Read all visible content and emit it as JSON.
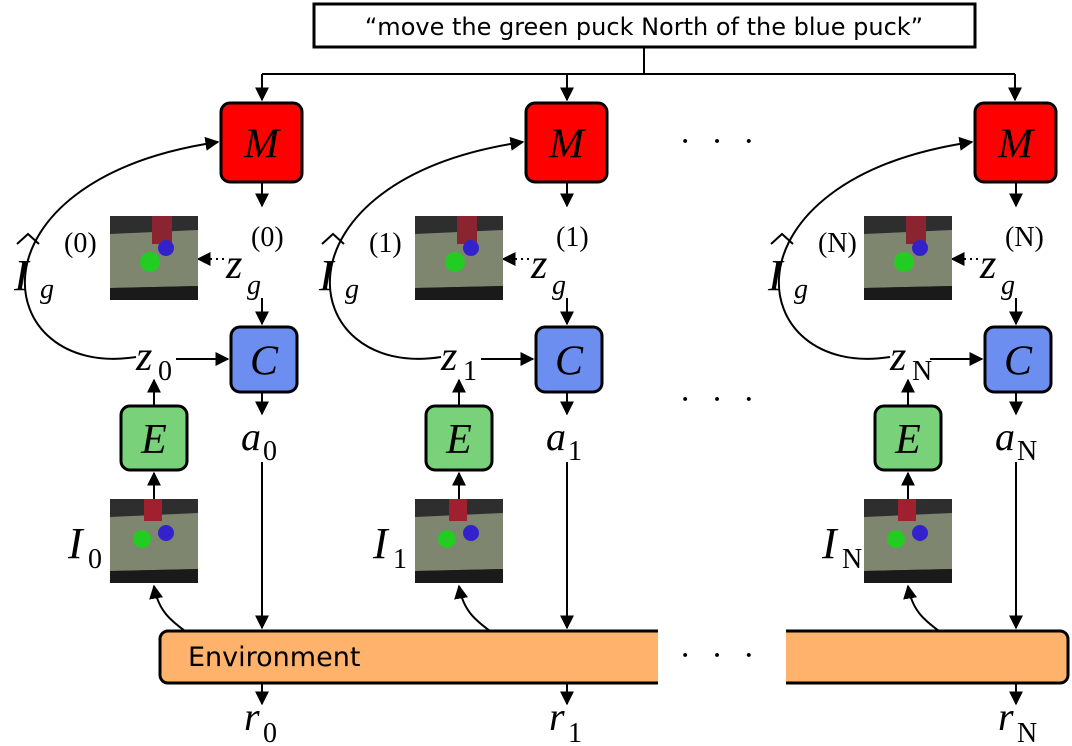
{
  "instruction": "“move the green puck North of the blue puck”",
  "environment_label": "Environment",
  "ellipsis": "· · ·",
  "colors": {
    "model_box": "#ff0000",
    "controller_box": "#6c8ef0",
    "encoder_box": "#79d27a",
    "environment_bar": "#feb26b",
    "stroke": "#000000"
  },
  "columns": [
    {
      "model": "M",
      "controller": "C",
      "encoder": "E",
      "latent": "z",
      "latent_sub": "0",
      "goal_latent": "z",
      "goal_latent_sub": "g",
      "goal_latent_sup": "(0)",
      "goal_image": "I",
      "goal_image_sub": "g",
      "goal_image_sup": "(0)",
      "action": "a",
      "action_sub": "0",
      "observation": "I",
      "observation_sub": "0",
      "reward": "r",
      "reward_sub": "0"
    },
    {
      "model": "M",
      "controller": "C",
      "encoder": "E",
      "latent": "z",
      "latent_sub": "1",
      "goal_latent": "z",
      "goal_latent_sub": "g",
      "goal_latent_sup": "(1)",
      "goal_image": "I",
      "goal_image_sub": "g",
      "goal_image_sup": "(1)",
      "action": "a",
      "action_sub": "1",
      "observation": "I",
      "observation_sub": "1",
      "reward": "r",
      "reward_sub": "1"
    },
    {
      "model": "M",
      "controller": "C",
      "encoder": "E",
      "latent": "z",
      "latent_sub": "N",
      "goal_latent": "z",
      "goal_latent_sub": "g",
      "goal_latent_sup": "(N)",
      "goal_image": "I",
      "goal_image_sub": "g",
      "goal_image_sup": "(N)",
      "action": "a",
      "action_sub": "N",
      "observation": "I",
      "observation_sub": "N",
      "reward": "r",
      "reward_sub": "N"
    }
  ]
}
